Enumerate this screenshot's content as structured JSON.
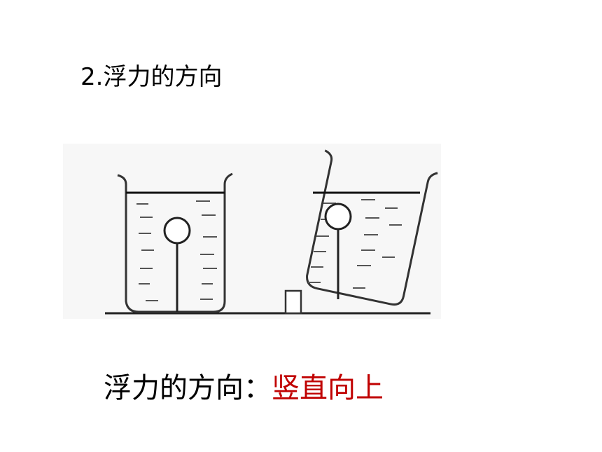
{
  "slide": {
    "heading": "2.浮力的方向",
    "conclusion_label": "浮力的方向：",
    "conclusion_answer": "竖直向上",
    "answer_color": "#c00000"
  }
}
